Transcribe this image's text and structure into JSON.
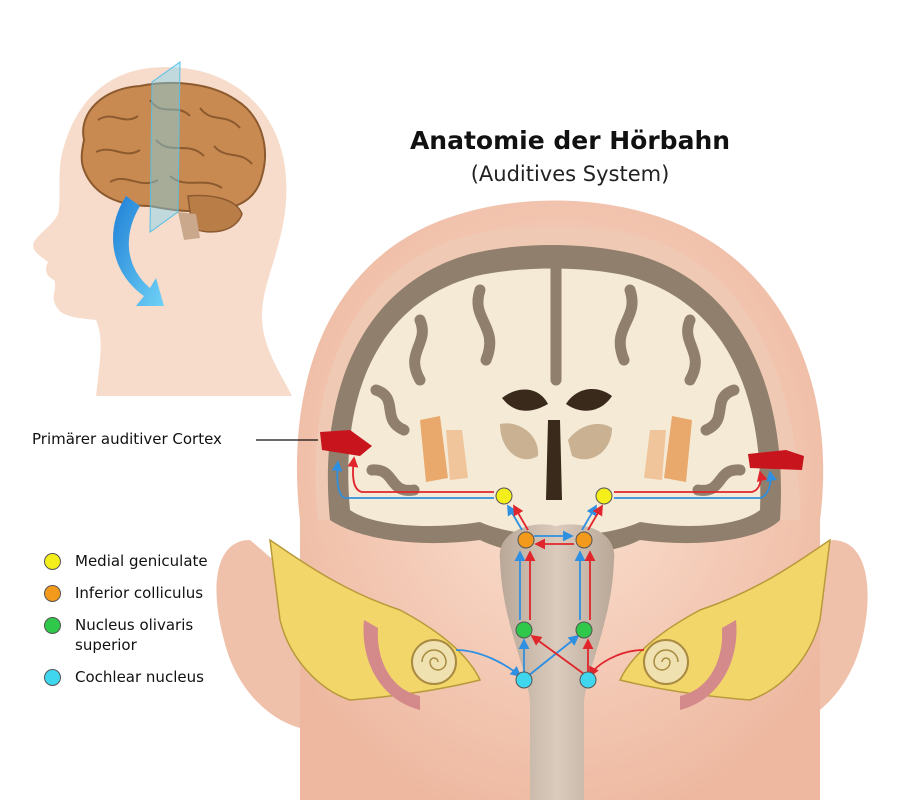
{
  "title": "Anatomie der Hörbahn",
  "subtitle": "(Auditives System)",
  "cortex_label": "Primärer auditiver Cortex",
  "legend": [
    {
      "label": "Medial geniculate",
      "color": "#f4ef1a"
    },
    {
      "label": "Inferior colliculus",
      "color": "#f39a1c"
    },
    {
      "label": "Nucleus olivaris superior",
      "color": "#2fc84a"
    },
    {
      "label": "Cochlear nucleus",
      "color": "#3fd6ee"
    }
  ],
  "colors": {
    "skin": "#f6cfba",
    "skin_dark": "#e9a88e",
    "grey_matter": "#8f7f6c",
    "white_matter": "#f4ead6",
    "cortex_red": "#c8141c",
    "pathway_red": "#e0262c",
    "pathway_blue": "#2f8fe0",
    "bone": "#f2d66a"
  }
}
